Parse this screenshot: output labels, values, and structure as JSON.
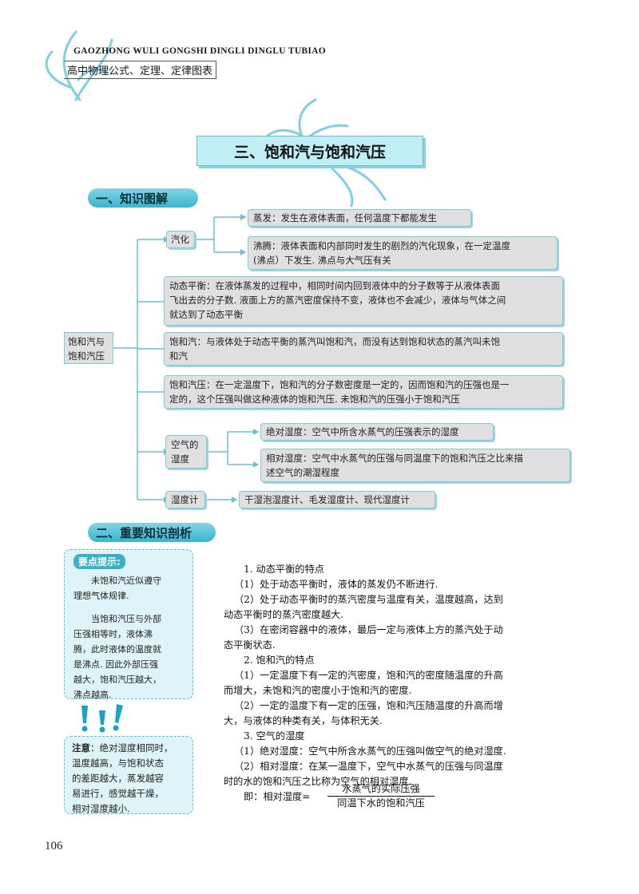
{
  "header": {
    "en": "GAOZHONG WULI GONGSHI DINGLI DINGLU TUBIAO",
    "cn": "高中物理公式、定理、定律图表"
  },
  "title": "三、饱和汽与饱和汽压",
  "section1": "一、知识图解",
  "section2": "二、重要知识剖析",
  "diagram": {
    "root": "饱和汽与饱和汽压",
    "vaporize": "汽化",
    "evaporate": "蒸发：发生在液体表面，任何温度下都能发生",
    "boil_1": "沸腾：液体表面和内部同时发生的剧烈的汽化现象，在一定温度",
    "boil_2": "(沸点）下发生. 沸点与大气压有关",
    "dyn_1": "动态平衡：在液体蒸发的过程中，相同时间内回到液体中的分子数等于从液体表面",
    "dyn_2": "飞出去的分子数. 液面上方的蒸汽密度保持不变，液体也不会减少，液体与气体之间",
    "dyn_3": "就达到了动态平衡",
    "sat_1": "饱和汽：与液体处于动态平衡的蒸汽叫饱和汽，而没有达到饱和状态的蒸汽叫未饱",
    "sat_2": "和汽",
    "satp_1": "饱和汽压：在一定温度下，饱和汽的分子数密度是一定的，因而饱和汽的压强也是一",
    "satp_2": "定的，这个压强叫做这种液体的饱和汽压. 未饱和汽的压强小于饱和汽压",
    "humid_1": "空气的",
    "humid_2": "湿度",
    "abs": "绝对湿度：空气中所含水蒸气的压强表示的湿度",
    "rel_1": "相对湿度：空气中水蒸气的压强与同温度下的饱和汽压之比来描",
    "rel_2": "述空气的潮湿程度",
    "meter": "湿度计",
    "meter_types": "干湿泡湿度计、毛发湿度计、现代湿度计"
  },
  "tip": {
    "tag": "要点提示:",
    "p1": [
      "未饱和汽近似遵守",
      "理想气体规律."
    ],
    "p2": [
      "当饱和汽压与外部",
      "压强相等时，液体沸",
      "腾，此时液体的温度就",
      "是沸点. 因此外部压强",
      "越大，饱和汽压越大，",
      "沸点越高."
    ]
  },
  "note": {
    "label": "注意",
    "lines": [
      "：绝对湿度相同时，",
      "温度越高，与饱和状态",
      "的差距越大，蒸发越容",
      "易进行，感觉越干燥，",
      "相对湿度越小."
    ]
  },
  "body": [
    "1. 动态平衡的特点",
    "（1）处于动态平衡时，液体的蒸发仍不断进行.",
    "（2）处于动态平衡时的蒸汽密度与温度有关，温度越高，达到",
    "动态平衡时的蒸汽密度越大.",
    "（3）在密闭容器中的液体，最后一定与液体上方的蒸汽处于动",
    "态平衡状态.",
    "2. 饱和汽的特点",
    "（1）一定温度下有一定的汽密度，饱和汽的密度随温度的升高",
    "而增大，未饱和汽的密度小于饱和汽的密度.",
    "（2）一定的温度下有一定的压强，饱和汽压随温度的升高而增",
    "大，与液体的种类有关，与体积无关.",
    "3. 空气的湿度",
    "（1）绝对湿度：空气中所含水蒸气的压强叫做空气的绝对湿度.",
    "（2）相对湿度：在某一温度下，空气中水蒸气的压强与同温度",
    "时的水的饱和汽压之比称为空气的相对湿度."
  ],
  "formula": {
    "prefix": "即：相对湿度=",
    "numerator": "水蒸气的实际压强",
    "denominator": "同温下水的饱和汽压"
  },
  "page_number": "106"
}
